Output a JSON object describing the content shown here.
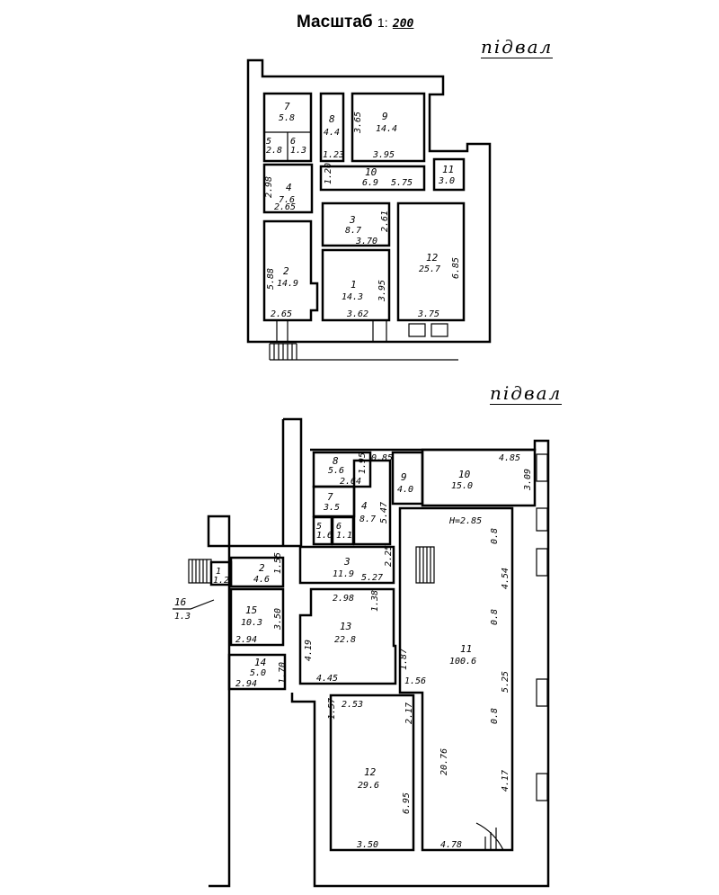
{
  "header": {
    "title": "Масштаб",
    "scale_prefix": "1:",
    "scale_value": "200"
  },
  "plans": [
    {
      "label": "підвал",
      "rooms": [
        {
          "no": "1",
          "area": "14.3"
        },
        {
          "no": "2",
          "area": "14.9"
        },
        {
          "no": "3",
          "area": "8.7"
        },
        {
          "no": "4",
          "area": "7.6"
        },
        {
          "no": "5",
          "area": "2.8"
        },
        {
          "no": "6",
          "area": "1.3"
        },
        {
          "no": "7",
          "area": "5.8"
        },
        {
          "no": "8",
          "area": "4.4"
        },
        {
          "no": "9",
          "area": "14.4"
        },
        {
          "no": "10",
          "area": "6.9"
        },
        {
          "no": "11",
          "area": "3.0"
        },
        {
          "no": "12",
          "area": "25.7"
        }
      ],
      "dimensions": [
        "3.62",
        "3.95",
        "2.65",
        "5.88",
        "3.70",
        "2.61",
        "2.65",
        "2.98",
        "1.23",
        "3.65",
        "3.95",
        "1.20",
        "5.75",
        "3.75",
        "6.85"
      ]
    },
    {
      "label": "підвал",
      "rooms": [
        {
          "no": "1",
          "area": "1.2"
        },
        {
          "no": "2",
          "area": "4.6"
        },
        {
          "no": "3",
          "area": "11.9"
        },
        {
          "no": "4",
          "area": "8.7"
        },
        {
          "no": "5",
          "area": "1.6"
        },
        {
          "no": "6",
          "area": "1.1"
        },
        {
          "no": "7",
          "area": "3.5"
        },
        {
          "no": "8",
          "area": "5.6"
        },
        {
          "no": "9",
          "area": "4.0"
        },
        {
          "no": "10",
          "area": "15.0"
        },
        {
          "no": "11",
          "area": "100.6"
        },
        {
          "no": "12",
          "area": "29.6"
        },
        {
          "no": "13",
          "area": "22.8"
        },
        {
          "no": "14",
          "area": "5.0"
        },
        {
          "no": "15",
          "area": "10.3"
        },
        {
          "no": "16",
          "area": "1.3"
        }
      ],
      "dimensions": [
        "2.64",
        "1.95",
        "0.85",
        "5.47",
        "4.85",
        "3.09",
        "H=2.85",
        "1.55",
        "5.27",
        "2.25",
        "2.98",
        "1.38",
        "4.19",
        "4.45",
        "2.94",
        "3.50",
        "1.70",
        "2.94",
        "1.87",
        "1.56",
        "1.57",
        "2.53",
        "2.17",
        "20.76",
        "6.95",
        "3.50",
        "4.78",
        "4.54",
        "5.25",
        "4.17",
        "0.8",
        "0.8",
        "0.8"
      ]
    }
  ]
}
